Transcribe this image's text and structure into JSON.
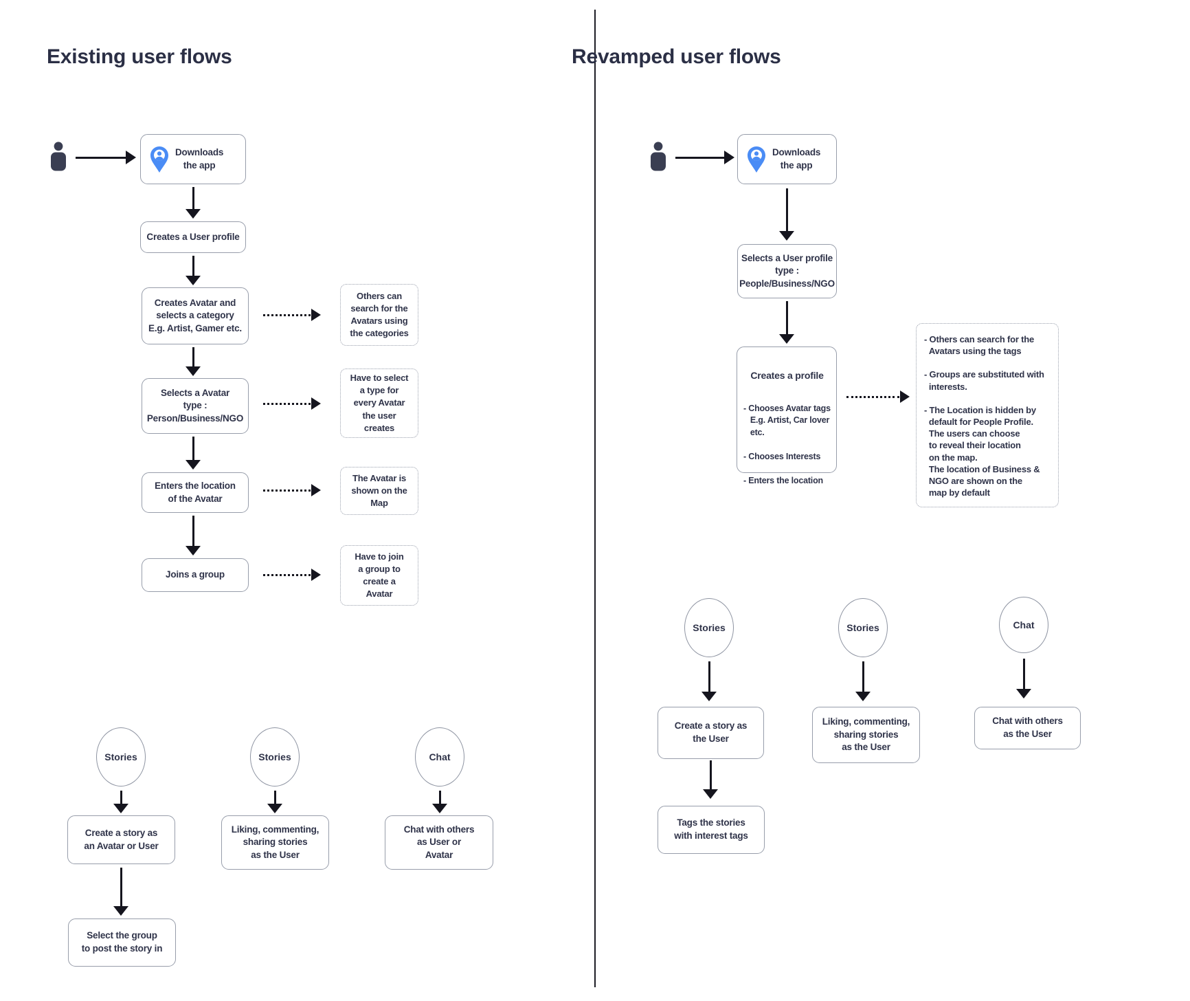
{
  "accent_blue": "#4a8cf5",
  "ink": "#15151e",
  "left": {
    "title": "Existing user flows",
    "flow": [
      {
        "label": "Downloads\nthe app"
      },
      {
        "label": "Creates a User profile"
      },
      {
        "label": "Creates Avatar and\nselects a category\nE.g. Artist, Gamer etc."
      },
      {
        "label": "Selects a Avatar\ntype  :\nPerson/Business/NGO"
      },
      {
        "label": "Enters the location\nof the Avatar"
      },
      {
        "label": "Joins  a group"
      }
    ],
    "notes": [
      {
        "label": "Others can\nsearch for the\nAvatars using\nthe categories"
      },
      {
        "label": "Have to select\na type for\nevery Avatar\nthe user\ncreates"
      },
      {
        "label": "The Avatar is\nshown on the\nMap"
      },
      {
        "label": "Have to join\na group to\ncreate a\nAvatar"
      }
    ],
    "circles": [
      {
        "label": "Stories"
      },
      {
        "label": "Stories"
      },
      {
        "label": "Chat"
      }
    ],
    "bottom": [
      {
        "label": "Create a story as\nan Avatar or User"
      },
      {
        "label": "Liking, commenting,\nsharing stories\nas the User"
      },
      {
        "label": "Chat with others\nas User or\nAvatar"
      },
      {
        "label": "Select the group\nto post the story in"
      }
    ]
  },
  "right": {
    "title": "Revamped user flows",
    "flow": [
      {
        "label": "Downloads\nthe app"
      },
      {
        "label": "Selects a User profile\ntype :\nPeople/Business/NGO"
      }
    ],
    "profile": {
      "title": "Creates a profile",
      "items": "- Chooses Avatar tags\n   E.g. Artist, Car lover\n   etc.\n\n- Chooses Interests\n\n- Enters the location"
    },
    "note": "- Others can search for the\n  Avatars using the tags\n\n- Groups are substituted with\n  interests.\n\n- The Location is hidden by\n  default for People Profile.\n  The users can choose\n  to reveal their location\n  on the map.\n  The location of Business &\n  NGO are shown on the\n  map by default",
    "circles": [
      {
        "label": "Stories"
      },
      {
        "label": "Stories"
      },
      {
        "label": "Chat"
      }
    ],
    "bottom": [
      {
        "label": "Create a story as\nthe User"
      },
      {
        "label": "Liking, commenting,\nsharing stories\nas the User"
      },
      {
        "label": "Chat with others\nas the User"
      },
      {
        "label": "Tags the stories\nwith interest tags"
      }
    ]
  }
}
